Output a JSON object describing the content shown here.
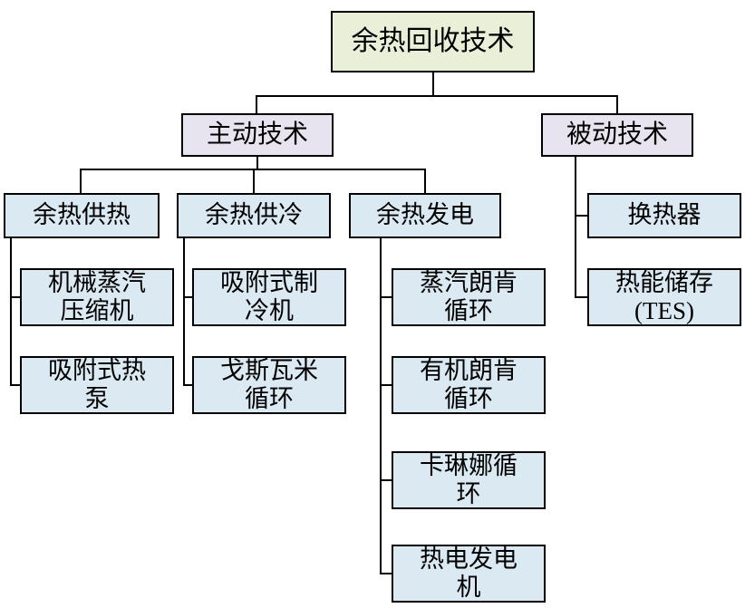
{
  "diagram_title": "余热回收技术",
  "nodes": {
    "root": "余热回收技术",
    "active": "主动技术",
    "passive": "被动技术",
    "heating": "余热供热",
    "cooling": "余热供冷",
    "power": "余热发电",
    "mvc": "机械蒸汽\n压缩机",
    "ahp": "吸附式热\n泵",
    "arc": "吸附式制\n冷机",
    "goswami": "戈斯瓦米\n循环",
    "src": "蒸汽朗肯\n循环",
    "orc": "有机朗肯\n循环",
    "kalina": "卡琳娜循\n环",
    "teg": "热电发电\n机",
    "hx": "换热器",
    "tes": "热能储存\n(TES)"
  },
  "colors": {
    "root_fill": "#eaf0d8",
    "level2_fill": "#e8e4ef",
    "node_fill": "#dbe9f2",
    "border": "#000000",
    "line": "#000000"
  }
}
